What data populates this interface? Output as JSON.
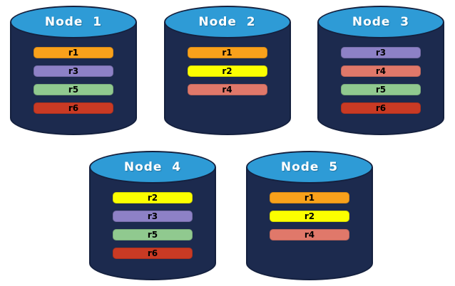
{
  "diagram": {
    "description": "Five database nodes showing replica distribution",
    "colors": {
      "cylinder_body": "#1C2A4E",
      "cylinder_top": "#2E9BD6",
      "cylinder_outline": "#14203E",
      "title_text": "#ffffff",
      "bar_text": "#000000",
      "replica_r1": "#F9A11B",
      "replica_r2": "#FBFF00",
      "replica_r3": "#8D81C6",
      "replica_r4": "#E0786A",
      "replica_r5": "#90C98F",
      "replica_r6": "#C93A24"
    },
    "nodes": [
      {
        "label": "Node  1",
        "replicas": [
          {
            "id": "r1",
            "color": "#F9A11B"
          },
          {
            "id": "r3",
            "color": "#8D81C6"
          },
          {
            "id": "r5",
            "color": "#90C98F"
          },
          {
            "id": "r6",
            "color": "#C93A24"
          }
        ]
      },
      {
        "label": "Node  2",
        "replicas": [
          {
            "id": "r1",
            "color": "#F9A11B"
          },
          {
            "id": "r2",
            "color": "#FBFF00"
          },
          {
            "id": "r4",
            "color": "#E0786A"
          }
        ]
      },
      {
        "label": "Node  3",
        "replicas": [
          {
            "id": "r3",
            "color": "#8D81C6"
          },
          {
            "id": "r4",
            "color": "#E0786A"
          },
          {
            "id": "r5",
            "color": "#90C98F"
          },
          {
            "id": "r6",
            "color": "#C93A24"
          }
        ]
      },
      {
        "label": "Node  4",
        "replicas": [
          {
            "id": "r2",
            "color": "#FBFF00"
          },
          {
            "id": "r3",
            "color": "#8D81C6"
          },
          {
            "id": "r5",
            "color": "#90C98F"
          },
          {
            "id": "r6",
            "color": "#C93A24"
          }
        ]
      },
      {
        "label": "Node  5",
        "replicas": [
          {
            "id": "r1",
            "color": "#F9A11B"
          },
          {
            "id": "r2",
            "color": "#FBFF00"
          },
          {
            "id": "r4",
            "color": "#E0786A"
          }
        ]
      }
    ]
  }
}
